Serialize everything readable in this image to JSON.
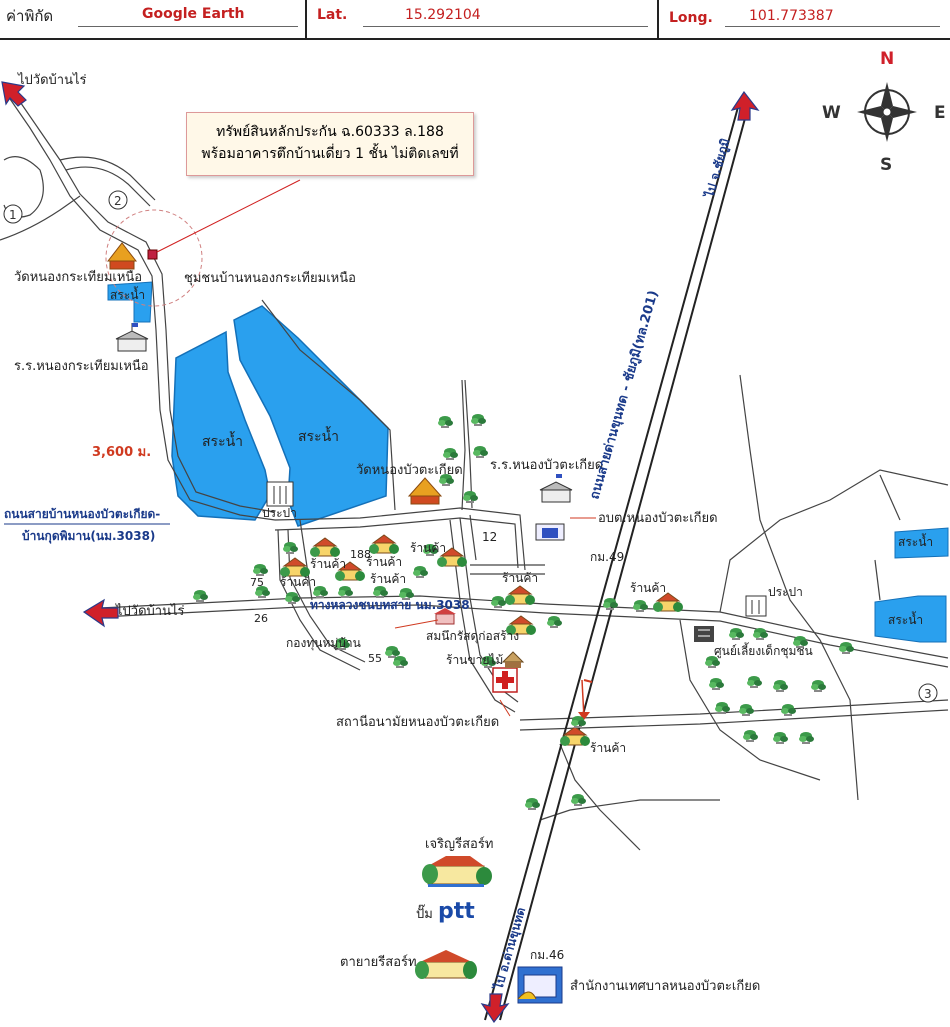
{
  "header": {
    "coord_label": "ค่าพิกัด",
    "source": "Google Earth",
    "lat_label": "Lat.",
    "lat_value": "15.292104",
    "long_label": "Long.",
    "long_value": "101.773387"
  },
  "compass": {
    "n": "N",
    "s": "S",
    "e": "E",
    "w": "W"
  },
  "callout": {
    "line1": "ทรัพย์สินหลักประกัน ฉ.60333  ล.188",
    "line2": "พร้อมอาคารตึกบ้านเดี่ยว 1 ชั้น ไม่ติดเลขที่"
  },
  "labels": {
    "to_wat_banrai_top": "ไปวัดบ้านไร่",
    "wat_north": "วัดหนองกระเทียมเหนือ",
    "community_north": "ชุมชนบ้านหนองกระเทียมเหนือ",
    "pond": "สระน้ำ",
    "school_north": "ร.ร.หนองกระเทียมเหนือ",
    "distance": "3,600 ม.",
    "road_local_1": "ถนนสายบ้านหนองบัวตะเกียด-",
    "road_local_2": "บ้านกุดพิมาน(นม.3038)",
    "waterworks": "ประปา",
    "wat_nongbua": "วัดหนองบัวตะเกียด",
    "school_nongbua": "ร.ร.หนองบัวตะเกียด",
    "sao_office": "อบต.หนองบัวตะเกียด",
    "km49": "กม.49",
    "shop": "ร้านค้า",
    "to_wat_banrai_left": "ไปวัดบ้านไร่",
    "road_3038": "ทางหลวงชนบทสาย นม.3038",
    "village_fund": "กองทุนหมู่บ้าน",
    "construction_store": "สมนึกรัสดุก่อสร้าง",
    "wood_shop": "ร้านขายไม้",
    "childcare": "ศูนย์เลี้ยงเด็กชุมชน",
    "health_station": "สถานีอนามัยหนองบัวตะเกียด",
    "main_road": "ถนนสายด่านขุนทด - ชัยภูมิ(ทล.201)",
    "to_chaiyaphum": "ไป จ.ชัยภูมิ",
    "to_dankhuntot": "ไป อ.ด่านขุนทด",
    "resort1": "เจริญรีสอร์ท",
    "gas": "ปั๊ม",
    "ptt": "ptt",
    "resort2": "ตายายรีสอร์ท",
    "km46": "กม.46",
    "municipality": "สำนักงานเทศบาลหนองบัวตะเกียด",
    "n12": "12",
    "n188": "188",
    "n75": "75",
    "n26": "26",
    "n55": "55",
    "c1": "1",
    "c2": "2",
    "c3": "3"
  },
  "colors": {
    "water": "#2aa0ee",
    "road": "#333333",
    "arrow_red": "#d0202a",
    "label_blue": "#1a3a8a",
    "distance_red": "#d03a20"
  }
}
